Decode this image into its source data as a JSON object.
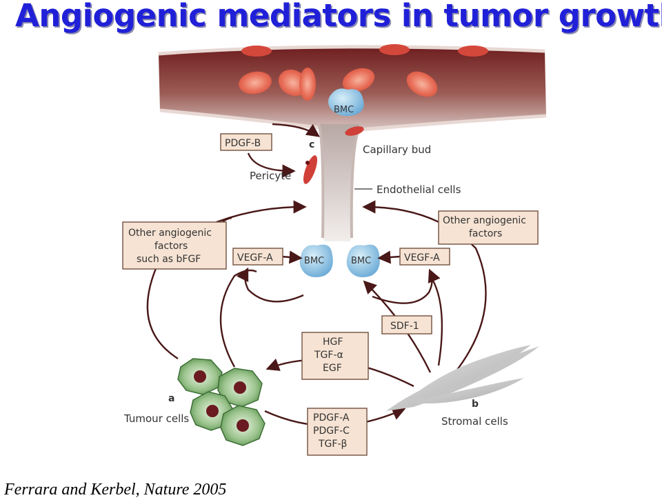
{
  "title": "Angiogenic mediators in tumor growth",
  "citation": "Ferrara and Kerbel, Nature 2005",
  "diagram": {
    "boxes": {
      "pdgf_b": "PDGF-B",
      "other_left": [
        "Other angiogenic",
        "factors",
        "such as bFGF"
      ],
      "vegf_left": "VEGF-A",
      "vegf_right": "VEGF-A",
      "other_right": [
        "Other angiogenic",
        "factors"
      ],
      "sdf1": "SDF-1",
      "hgf_group": [
        "HGF",
        "TGF-α",
        "EGF"
      ],
      "pdgf_group": [
        "PDGF-A",
        "PDGF-C",
        "TGF-β"
      ]
    },
    "labels": {
      "bmc_top": "BMC",
      "bmc_left": "BMC",
      "bmc_right": "BMC",
      "letter_c": "c",
      "capillary_bud": "Capillary bud",
      "pericyte": "Pericyte",
      "endothelial_cells": "Endothelial cells",
      "letter_a": "a",
      "tumour_cells": "Tumour cells",
      "letter_b": "b",
      "stromal_cells": "Stromal cells"
    },
    "colors": {
      "vessel": "#8a3a36",
      "red_cell": "#e0705c",
      "bmc": "#8cc6e8",
      "tumour_cell": "#5e9a52",
      "tumour_nucleus": "#6a1a20",
      "stromal_cell": "#bdbdbd",
      "box_fill": "#f6e3d3",
      "box_border": "#7a5a4a",
      "arrow": "#4a1818"
    }
  }
}
